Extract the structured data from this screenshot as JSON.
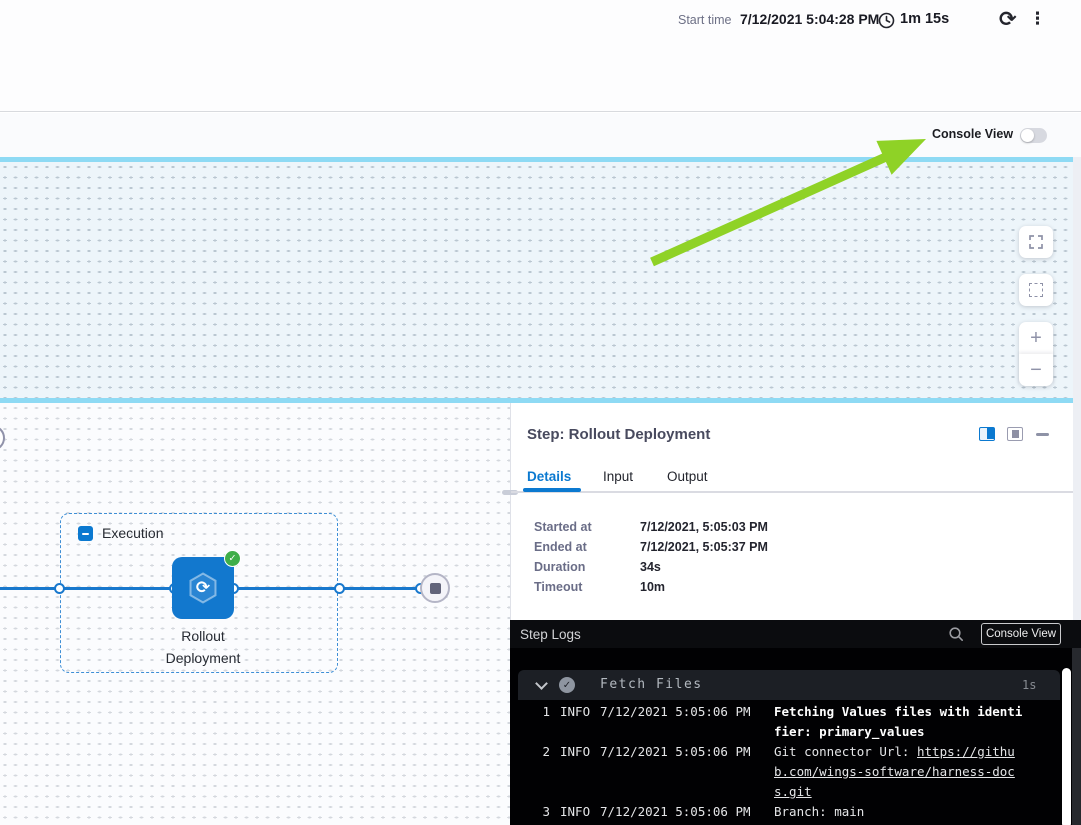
{
  "topbar": {
    "start_time_label": "Start time",
    "start_time_value": "7/12/2021 5:04:28 PM",
    "elapsed": "1m 15s"
  },
  "subheader": {
    "console_view_label": "Console View",
    "toggle_state": "off"
  },
  "canvas_controls": {
    "zoom_in": "+",
    "zoom_out": "−"
  },
  "graph": {
    "group_label": "Execution",
    "node_label": "Rollout Deployment"
  },
  "panel": {
    "title": "Step: Rollout Deployment",
    "tabs": [
      "Details",
      "Input",
      "Output"
    ],
    "details": [
      {
        "label": "Started at",
        "value": "7/12/2021, 5:05:03 PM"
      },
      {
        "label": "Ended at",
        "value": "7/12/2021, 5:05:37 PM"
      },
      {
        "label": "Duration",
        "value": "34s"
      },
      {
        "label": "Timeout",
        "value": "10m"
      }
    ]
  },
  "logs": {
    "title": "Step Logs",
    "console_button": "Console View",
    "group_name": "Fetch Files",
    "group_duration": "1s",
    "entries": [
      {
        "num": "1",
        "level": "INFO",
        "time": "7/12/2021 5:05:06 PM",
        "message": "Fetching Values files with identifier: primary_values"
      },
      {
        "num": "2",
        "level": "INFO",
        "time": "7/12/2021 5:05:06 PM",
        "message_prefix": "Git connector Url: ",
        "link": "https://github.com/wings-software/harness-docs.git"
      },
      {
        "num": "3",
        "level": "INFO",
        "time": "7/12/2021 5:05:06 PM",
        "message": "Branch: main"
      }
    ]
  },
  "icons": {
    "refresh": "⟳",
    "kebab": "⋮",
    "check": "✓",
    "node_refresh": "⟳"
  },
  "colors": {
    "accent_blue": "#0278d5",
    "node_blue": "#1278ce",
    "success_green": "#3fae49",
    "arrow_green": "#8fd226",
    "canvas_line_blue": "#8edaf4"
  }
}
